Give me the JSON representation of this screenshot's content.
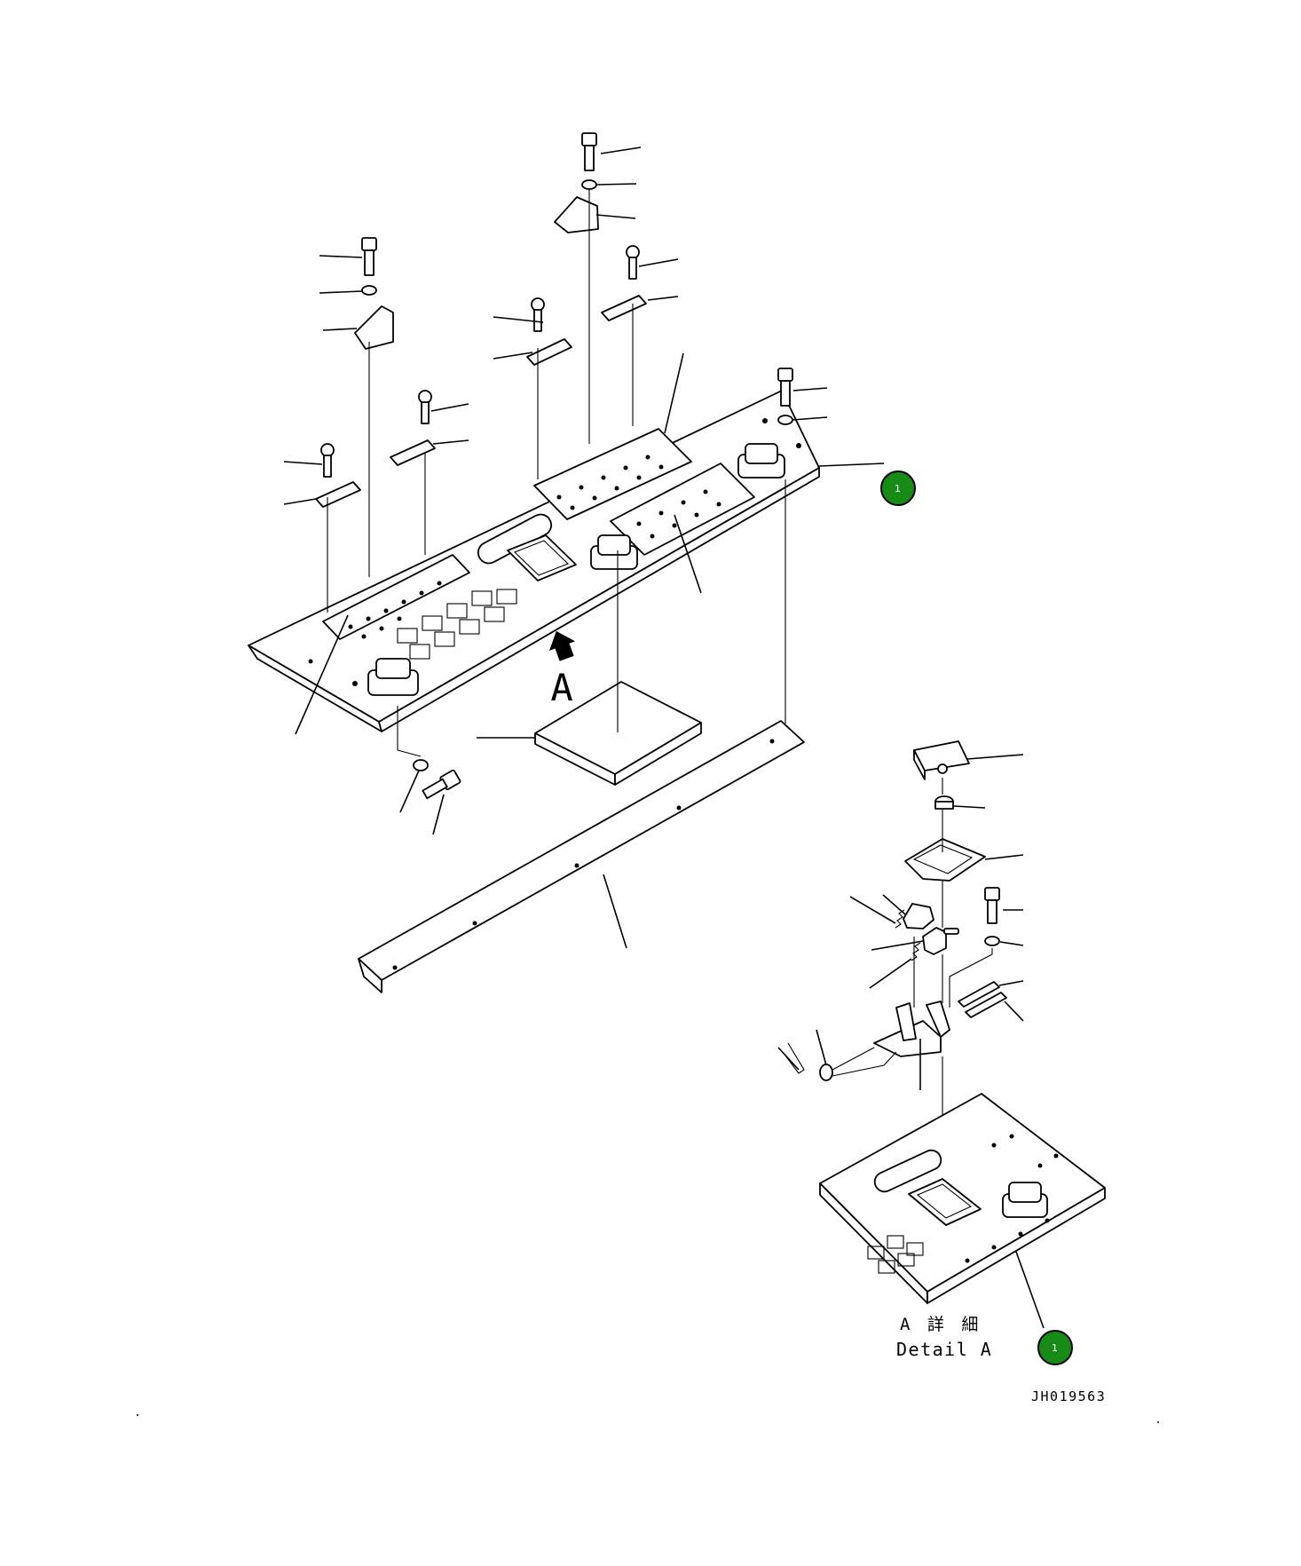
{
  "view_label": "A",
  "detail_title_ja": "A 詳 細",
  "detail_title_en": "Detail A",
  "drawing_number": "JH019563",
  "callouts": [
    {
      "number": "1"
    },
    {
      "number": "1"
    }
  ],
  "colors": {
    "callout_fill": "#178a17",
    "line": "#000000",
    "background": "#ffffff"
  }
}
